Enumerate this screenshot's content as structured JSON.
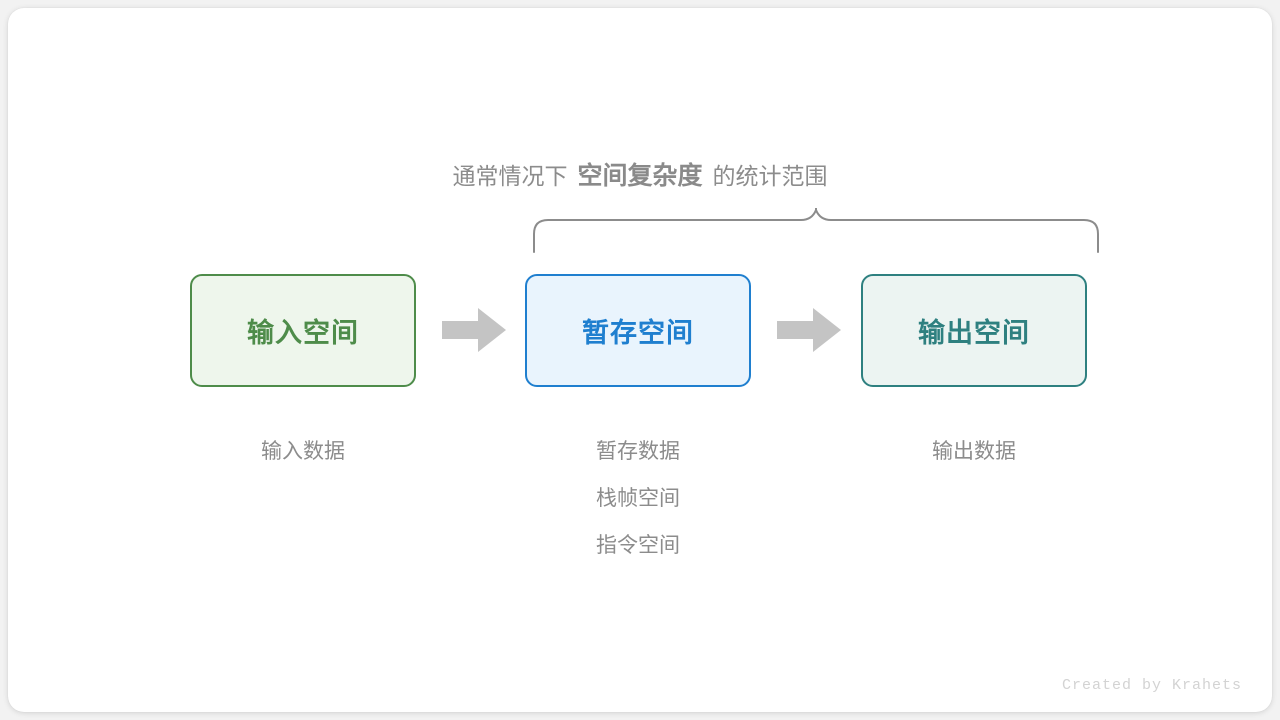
{
  "diagram": {
    "caption": {
      "prefix": "通常情况下",
      "emphasis": "空间复杂度",
      "suffix": "的统计范围"
    },
    "brace": {
      "name": "curly-brace",
      "color": "#8c8c8c",
      "spans": [
        "暂存空间",
        "输出空间"
      ]
    },
    "boxes": [
      {
        "id": "input-space",
        "title": "输入空间",
        "fill": "#eef6ec",
        "border": "#4e8c4a",
        "text_color": "#4e8c4a"
      },
      {
        "id": "temp-space",
        "title": "暂存空间",
        "fill": "#e9f4fd",
        "border": "#1f7fcf",
        "text_color": "#1f7fcf"
      },
      {
        "id": "output-space",
        "title": "输出空间",
        "fill": "#ecf4f2",
        "border": "#2e8080",
        "text_color": "#2e8080"
      }
    ],
    "arrows": [
      {
        "id": "arrow-input-to-temp",
        "color": "#c4c4c4"
      },
      {
        "id": "arrow-temp-to-output",
        "color": "#c4c4c4"
      }
    ],
    "labels": [
      {
        "id": "input-labels",
        "lines": [
          "输入数据"
        ]
      },
      {
        "id": "temp-labels",
        "lines": [
          "暂存数据",
          "栈帧空间",
          "指令空间"
        ]
      },
      {
        "id": "output-labels",
        "lines": [
          "输出数据"
        ]
      }
    ],
    "label_color": "#8c8c8c",
    "watermark": "Created by Krahets"
  }
}
